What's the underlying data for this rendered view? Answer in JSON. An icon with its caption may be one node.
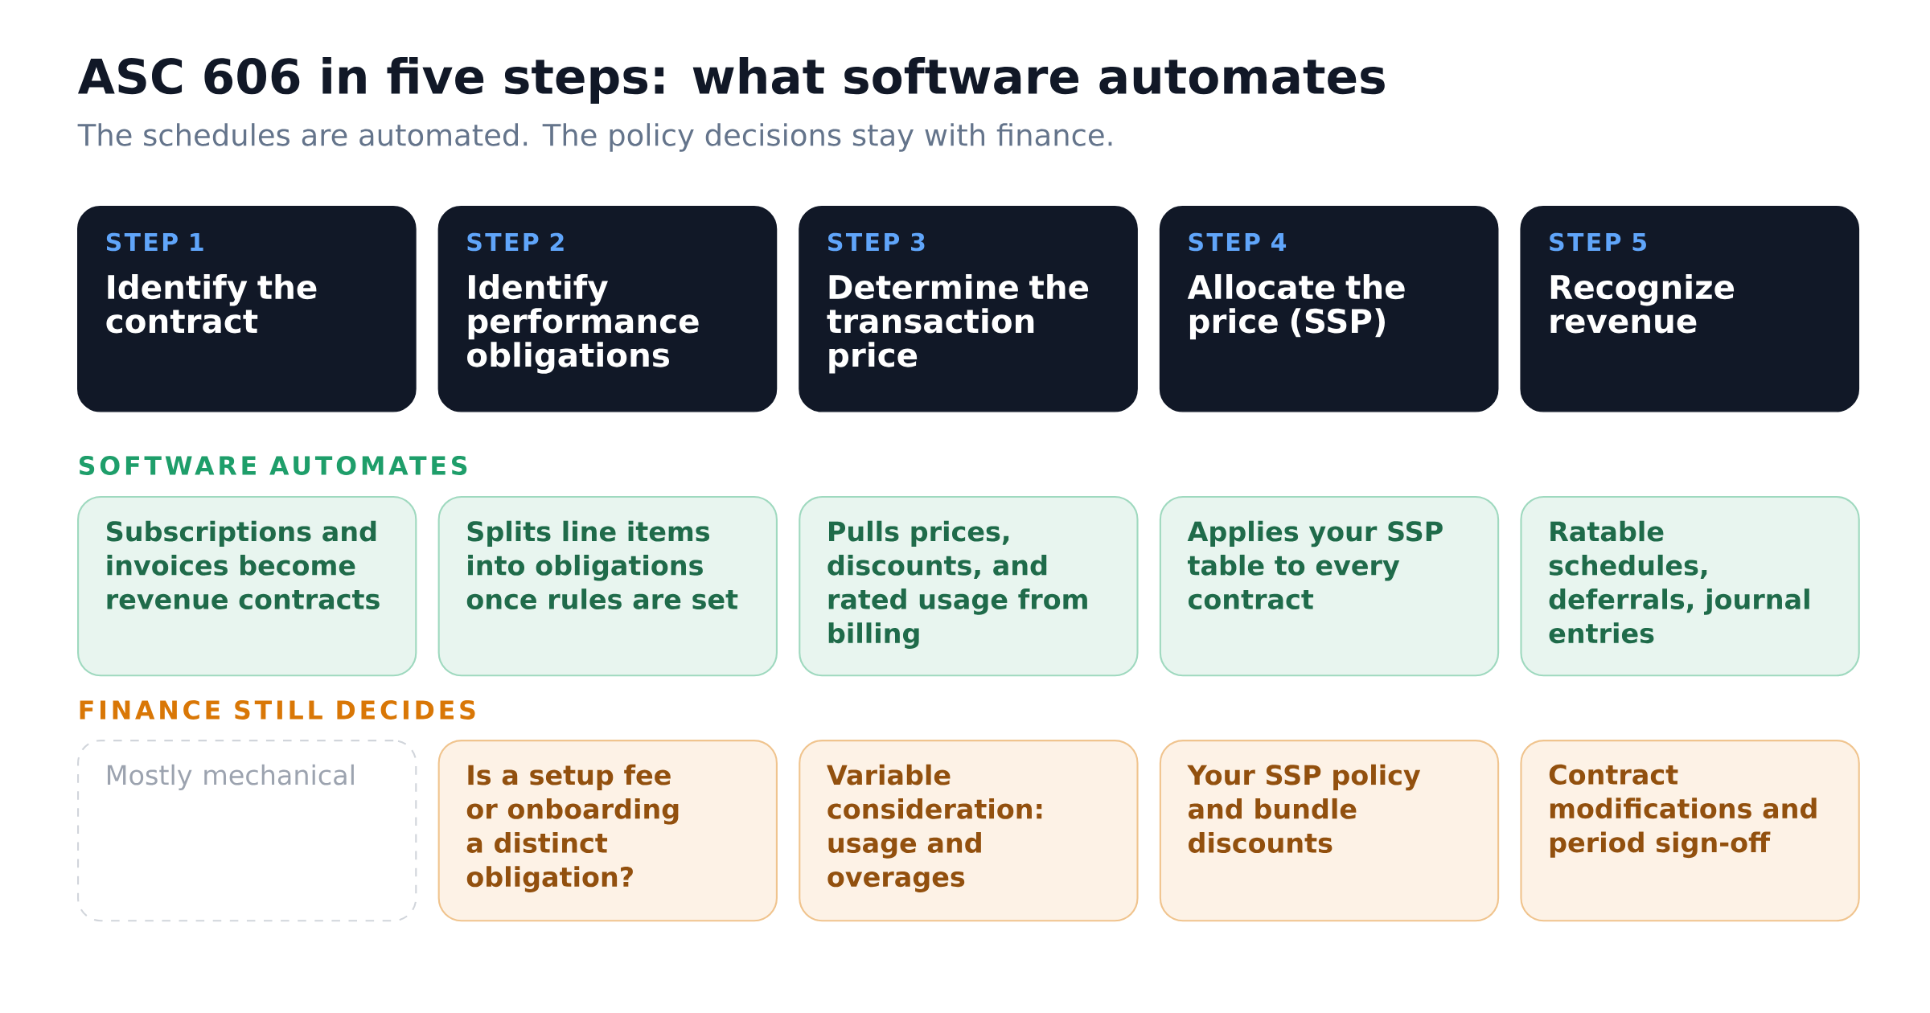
{
  "diagram": {
    "title": "ASC 606 in five steps: what software automates",
    "nodes": [
      {
        "text": [
          "STEP 1",
          "Identify the contract"
        ]
      },
      {
        "text": [
          "STEP 2",
          "Identify performance obligations"
        ]
      },
      {
        "text": [
          "STEP 3",
          "Determine the transaction price"
        ]
      },
      {
        "text": [
          "STEP 4",
          "Allocate the price (SSP)"
        ]
      },
      {
        "text": [
          "STEP 5",
          "Recognize revenue"
        ]
      },
      {
        "text": [
          "Subscriptions and invoices become revenue contracts"
        ]
      },
      {
        "text": [
          "Splits line items into obligations once rules are set"
        ]
      },
      {
        "text": [
          "Pulls prices, discounts, and rated usage from billing"
        ]
      },
      {
        "text": [
          "Applies your SSP table to every contract"
        ]
      },
      {
        "text": [
          "Ratable schedules, deferrals, journal entries"
        ]
      },
      {
        "text": [
          "Mostly mechanical"
        ]
      },
      {
        "text": [
          "Is a setup fee or onboarding a distinct obligation?"
        ]
      },
      {
        "text": [
          "Variable consideration: usage and overages"
        ]
      },
      {
        "text": [
          "Your SSP policy and bundle discounts"
        ]
      },
      {
        "text": [
          "Contract modifications and period sign-off"
        ]
      }
    ],
    "labels": [
      "The schedules are automated. The policy decisions stay with finance.",
      "SOFTWARE AUTOMATES",
      "FINANCE STILL DECIDES"
    ]
  }
}
